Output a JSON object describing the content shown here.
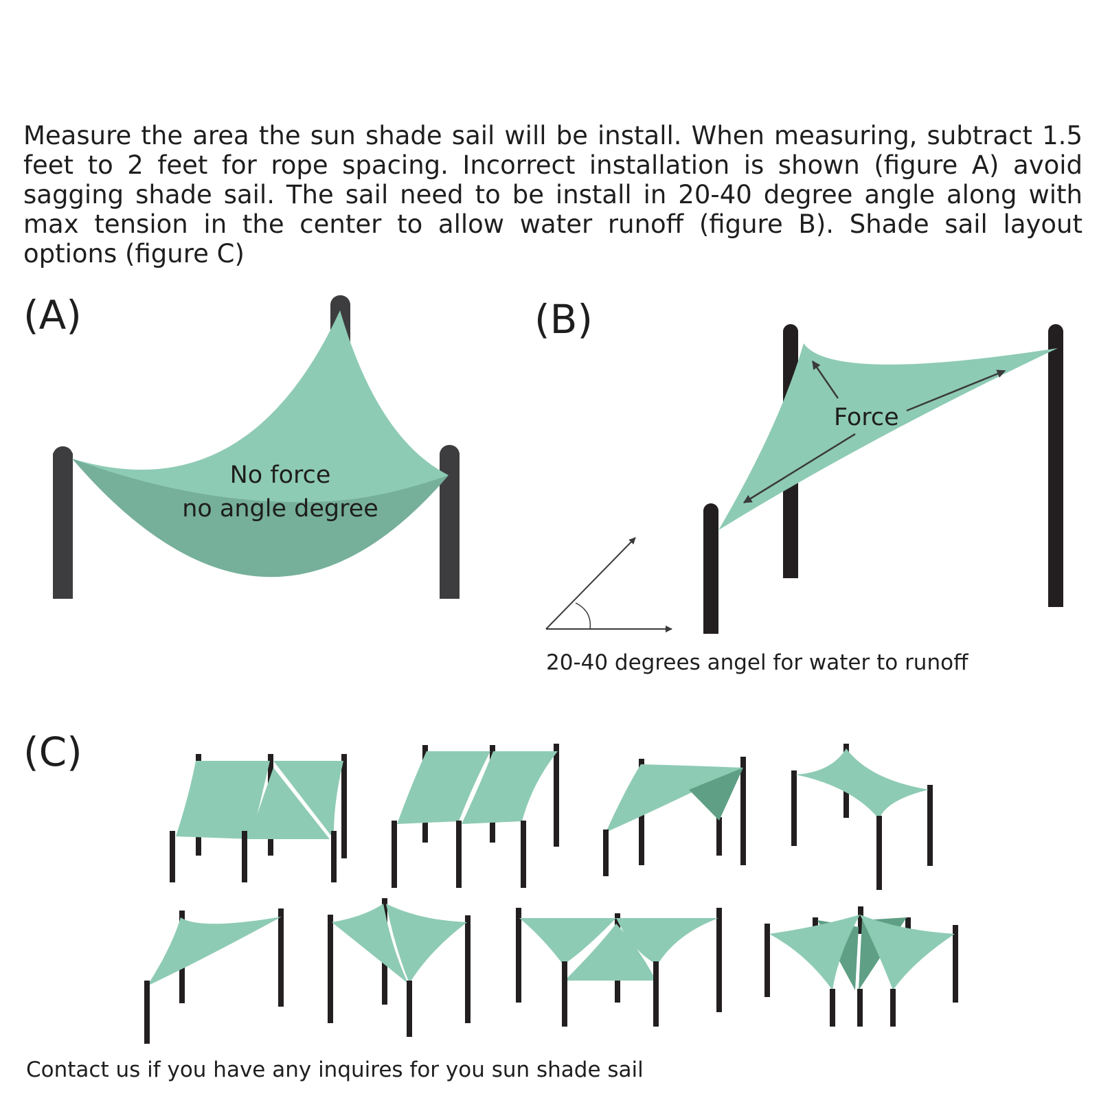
{
  "intro_text": "Measure the area the sun shade sail will be install. When measuring, subtract 1.5 feet to 2 feet for rope spacing. Incorrect installation is shown (figure A) avoid sagging shade sail. The sail need to be install in 20-40 degree angle along with max tension in the center to allow water runoff (figure B). Shade sail layout options (figure C)",
  "figures": {
    "a": {
      "label": "(A)",
      "text_line1": "No force",
      "text_line2": "no angle degree"
    },
    "b": {
      "label": "(B)",
      "force_label": "Force",
      "angle_caption": "20-40 degrees angel for water to runoff"
    },
    "c": {
      "label": "(C)"
    }
  },
  "footer": "Contact us if you have any inquires for you sun shade sail",
  "colors": {
    "sail": "#8ecbb4",
    "sail_shadow": "#76b09a",
    "sail_dark": "#5f9f85",
    "post_a": "#3d3d3f",
    "post": "#231f20",
    "text": "#1e1e1e"
  }
}
